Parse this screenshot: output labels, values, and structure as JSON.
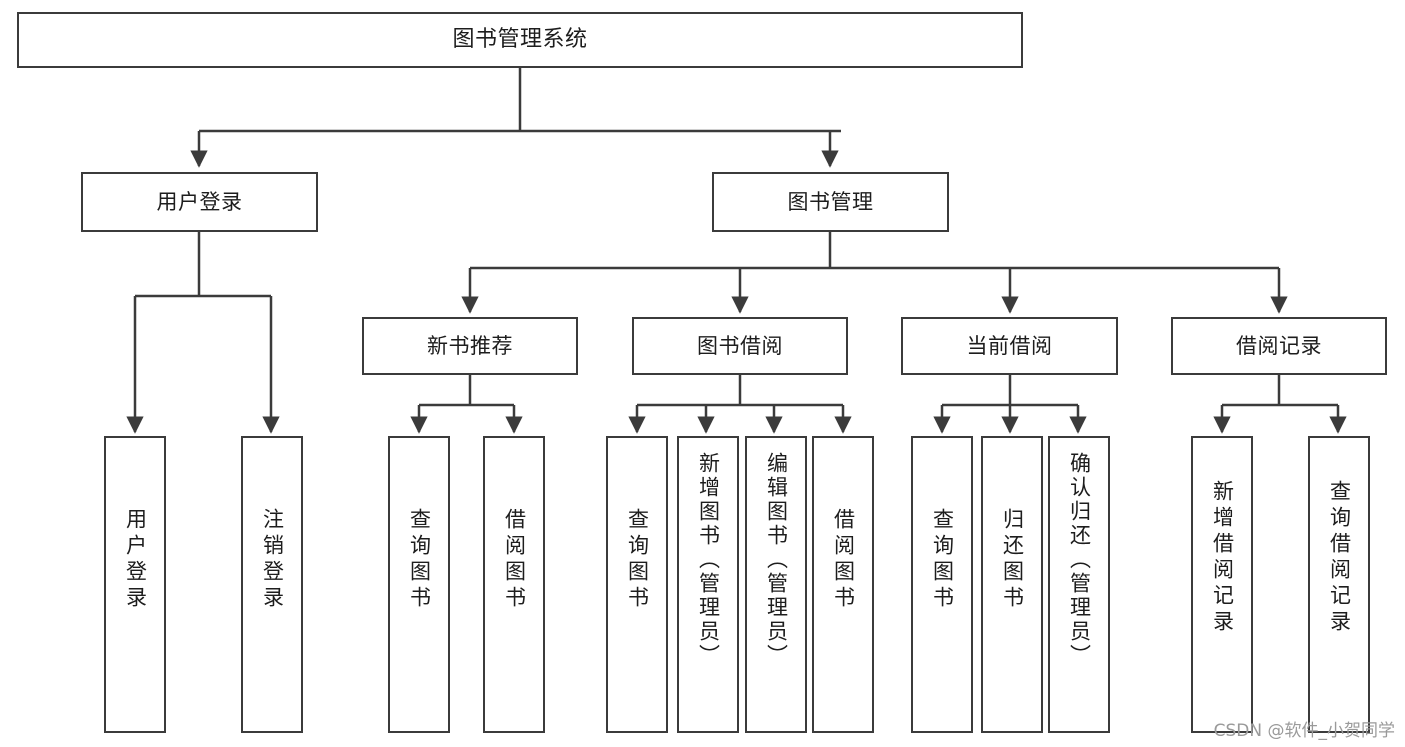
{
  "diagram": {
    "title": "图书管理系统",
    "type": "tree",
    "stroke_color": "#3b3b3b",
    "fill_color": "#ffffff",
    "text_color": "#1d1d1d"
  },
  "nodes": {
    "root": {
      "label": "图书管理系统",
      "level": 1
    },
    "user_login": {
      "label": "用户登录",
      "level": 2
    },
    "book_manage": {
      "label": "图书管理",
      "level": 2
    },
    "new_book_rec": {
      "label": "新书推荐",
      "level": 3
    },
    "book_borrow": {
      "label": "图书借阅",
      "level": 3
    },
    "current_borrow": {
      "label": "当前借阅",
      "level": 3
    },
    "borrow_record": {
      "label": "借阅记录",
      "level": 3
    },
    "leaf_user_login": {
      "label": "用户登录",
      "level": 4
    },
    "leaf_logout": {
      "label": "注销登录",
      "level": 4
    },
    "leaf_query_book_1": {
      "label": "查询图书",
      "level": 4
    },
    "leaf_borrow_book_1": {
      "label": "借阅图书",
      "level": 4
    },
    "leaf_query_book_2": {
      "label": "查询图书",
      "level": 4
    },
    "leaf_add_book": {
      "label": "新增图书（管理员）",
      "level": 4
    },
    "leaf_edit_book": {
      "label": "编辑图书（管理员）",
      "level": 4
    },
    "leaf_borrow_book_2": {
      "label": "借阅图书",
      "level": 4
    },
    "leaf_query_book_3": {
      "label": "查询图书",
      "level": 4
    },
    "leaf_return_book": {
      "label": "归还图书",
      "level": 4
    },
    "leaf_confirm_return": {
      "label": "确认归还（管理员）",
      "level": 4
    },
    "leaf_add_record": {
      "label": "新增借阅记录",
      "level": 4
    },
    "leaf_query_record": {
      "label": "查询借阅记录",
      "level": 4
    }
  },
  "watermark": {
    "text": "CSDN @软件_小贺同学"
  }
}
